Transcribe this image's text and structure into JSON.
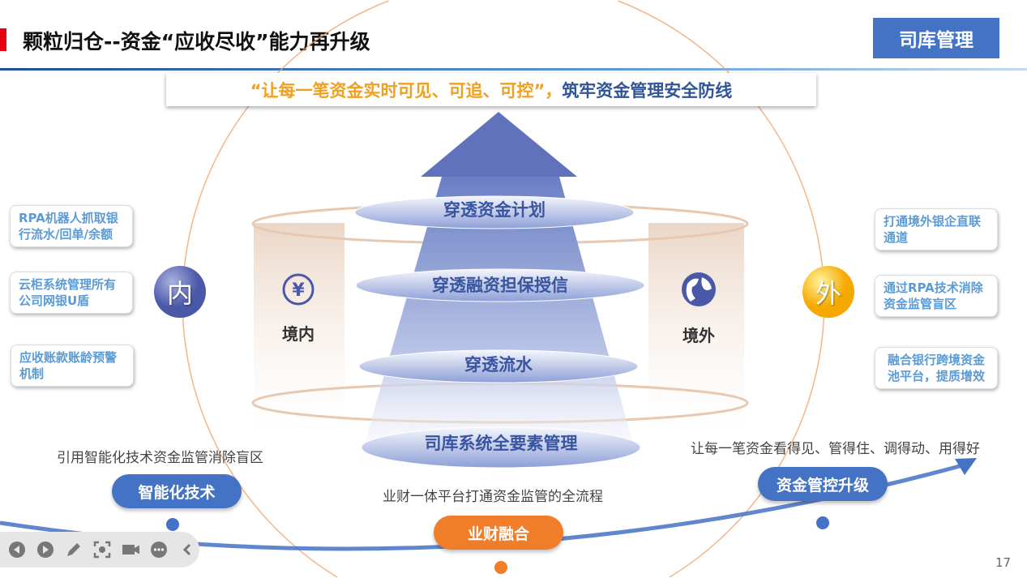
{
  "header": {
    "title": "颗粒归仓--资金“应收尽收”能力再升级",
    "badge": "司库管理"
  },
  "quote": {
    "part1": "“让每一笔资金实时可见、可追、可控”，",
    "part2": "筑牢资金管理安全防线"
  },
  "layers": [
    "穿透资金计划",
    "穿透融资担保授信",
    "穿透流水",
    "司库系统全要素管理"
  ],
  "domestic": {
    "circle": "内",
    "label": "境内",
    "icon": "yuan-icon",
    "items": [
      "RPA机器人抓取银行流水/回单/余额",
      "云柜系统管理所有公司网银U盾",
      "应收账款账龄预警机制"
    ]
  },
  "foreign": {
    "circle": "外",
    "label": "境外",
    "icon": "globe-icon",
    "items": [
      "打通境外银企直联通道",
      "通过RPA技术消除资金监管盲区",
      "融合银行跨境资金池平台，提质增效"
    ]
  },
  "bottom": [
    {
      "caption": "引用智能化技术资金监管消除盲区",
      "pill": "智能化技术",
      "color": "#4472c4"
    },
    {
      "caption": "业财一体平台打通资金监管的全流程",
      "pill": "业财融合",
      "color": "#f07d2a"
    },
    {
      "caption": "让每一笔资金看得见、管得住、调得动、用得好",
      "pill": "资金管控升级",
      "color": "#4472c4"
    }
  ],
  "toolbar": [
    "previous-icon",
    "next-icon",
    "pen-icon",
    "screenshot-icon",
    "camera-icon",
    "more-icon",
    "collapse-icon"
  ],
  "page_number": "17"
}
